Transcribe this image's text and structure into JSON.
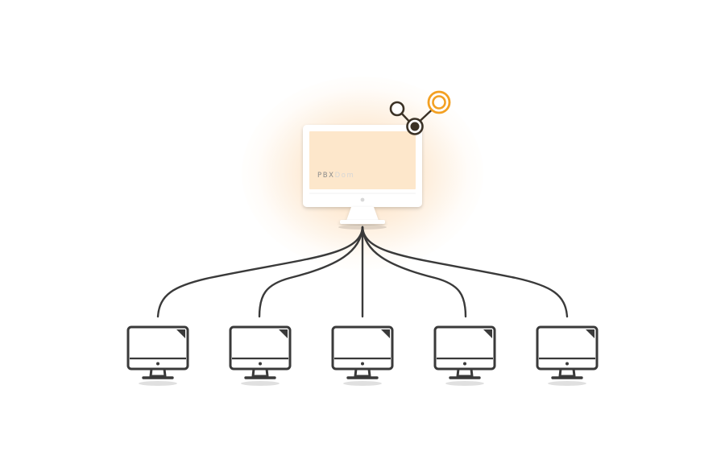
{
  "server": {
    "logo_part1": "PBX",
    "logo_part2": "Dom"
  },
  "colors": {
    "line": "#3a3a3a",
    "accent": "#f3a022",
    "node_dark": "#3b3226",
    "screen_fill": "#fde3c2",
    "logo_dark": "#8a8a8a",
    "logo_light": "#dcdcdc"
  },
  "icons": {
    "server": "monitor-icon",
    "client": "monitor-icon",
    "network": "share-nodes-icon"
  },
  "client_count": 5
}
